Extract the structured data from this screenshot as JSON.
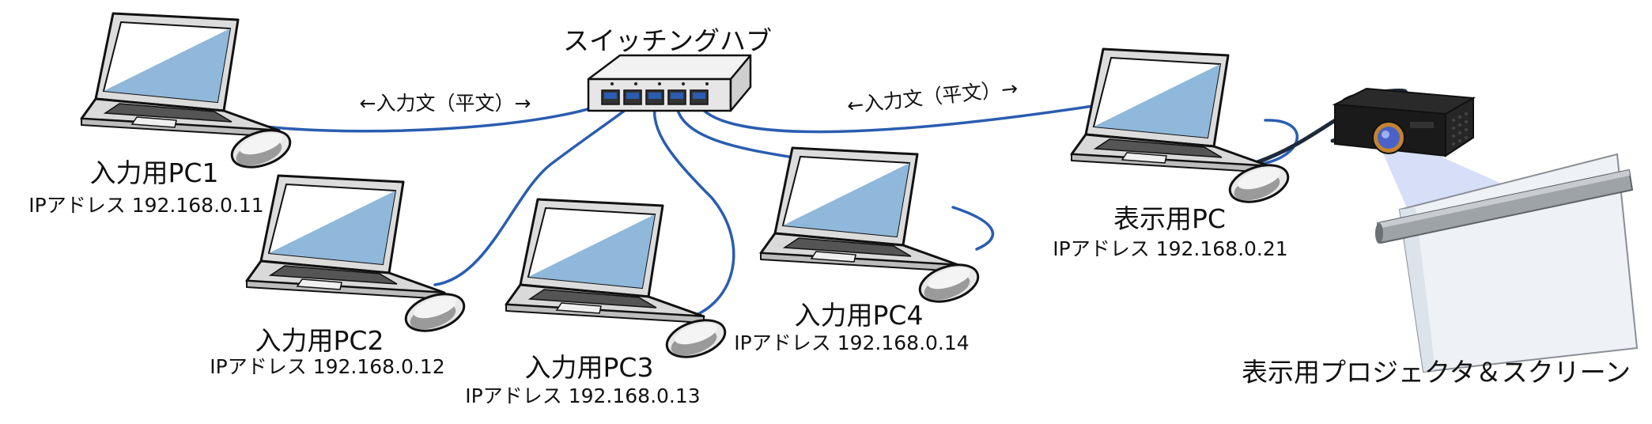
{
  "switch": {
    "label": "スイッチングハブ"
  },
  "annotations": {
    "left_traffic": "←入力文（平文）→",
    "right_traffic": "←入力文（平文）→"
  },
  "nodes": [
    {
      "id": "pc1",
      "name": "入力用PC1",
      "ip": "IPアドレス 192.168.0.11"
    },
    {
      "id": "pc2",
      "name": "入力用PC2",
      "ip": "IPアドレス 192.168.0.12"
    },
    {
      "id": "pc3",
      "name": "入力用PC3",
      "ip": "IPアドレス 192.168.0.13"
    },
    {
      "id": "pc4",
      "name": "入力用PC4",
      "ip": "IPアドレス 192.168.0.14"
    },
    {
      "id": "display",
      "name": "表示用PC",
      "ip": "IPアドレス 192.168.0.21"
    }
  ],
  "projector": {
    "label": "表示用プロジェクタ＆スクリーン"
  },
  "colors": {
    "cable": "#2a5db0",
    "screen_blue": "#8fb8da",
    "outline": "#111111",
    "body_gray": "#d9d9d9"
  }
}
